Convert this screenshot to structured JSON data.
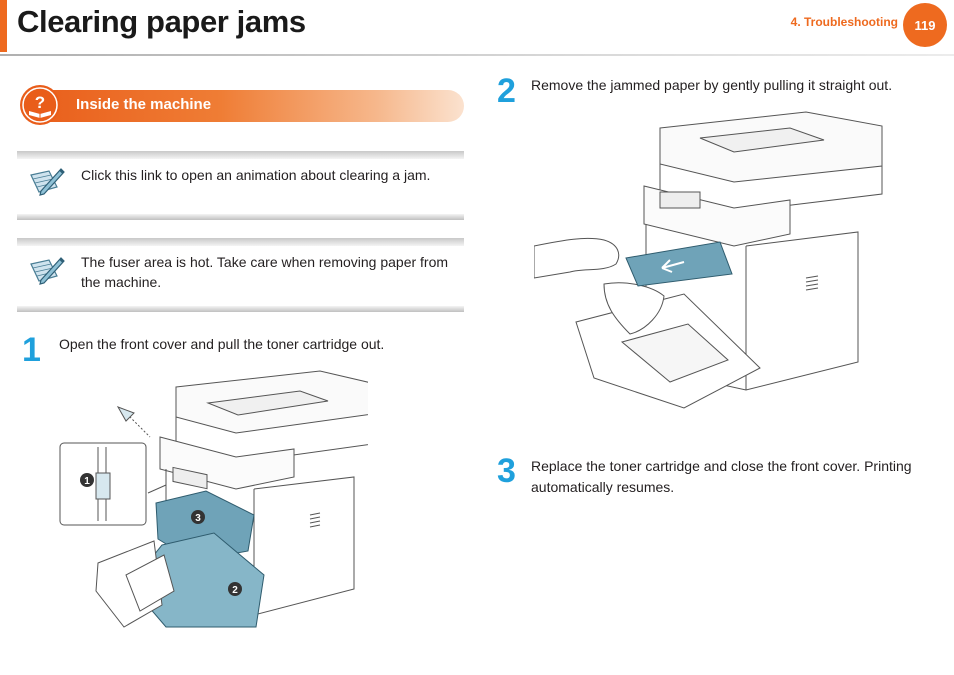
{
  "header": {
    "title": "Clearing paper jams",
    "chapter": "4.  Troubleshooting",
    "page_number": "119"
  },
  "section": {
    "label": "Inside the machine",
    "icon": "help-book-icon"
  },
  "notes": [
    {
      "icon": "note-pencil-icon",
      "text": "Click this link to open an animation about clearing a jam."
    },
    {
      "icon": "note-pencil-icon",
      "text": "The fuser area is hot. Take care when removing paper from the machine."
    }
  ],
  "steps": [
    {
      "number": "1",
      "text": "Open the front cover and pull the toner cartridge out.",
      "callouts": [
        "1",
        "2",
        "3"
      ]
    },
    {
      "number": "2",
      "text": "Remove the jammed paper by gently pulling it straight out."
    },
    {
      "number": "3",
      "text": "Replace the toner cartridge and close the front cover. Printing automatically resumes."
    }
  ],
  "colors": {
    "accent": "#ee6a1f",
    "step_number": "#1fa0dc",
    "illustration_fill": "#6fa3b8"
  }
}
